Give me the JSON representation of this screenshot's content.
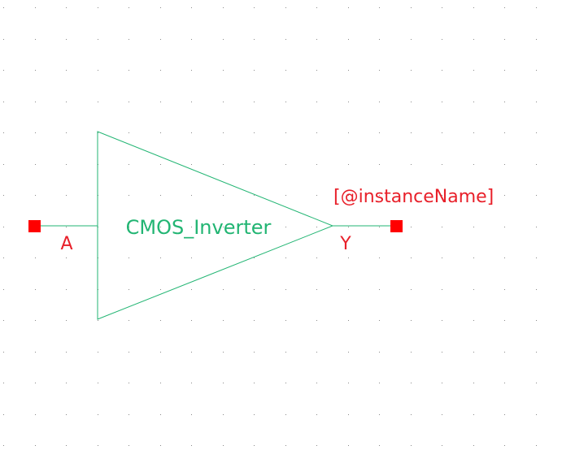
{
  "symbol": {
    "cell_name": "CMOS_Inverter",
    "instance_label": "[@instanceName]"
  },
  "pins": {
    "input": {
      "name": "A"
    },
    "output": {
      "name": "Y"
    }
  },
  "colors": {
    "background": "#ffffff",
    "grid_dot": "#8a8a8a",
    "symbol_stroke": "#22b573",
    "cell_name_text": "#22b573",
    "pin_fill": "#ff0000",
    "pin_label_text": "#e8202a",
    "instance_label_text": "#e8202a"
  }
}
